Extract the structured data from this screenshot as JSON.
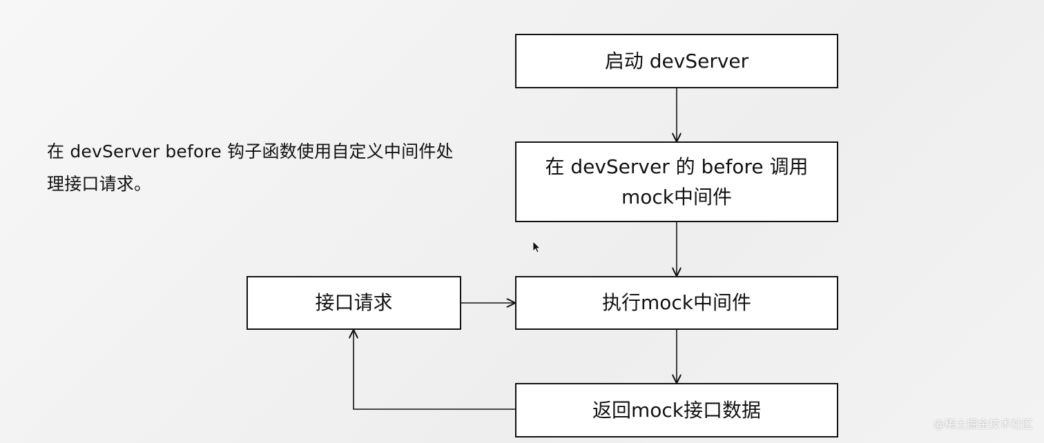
{
  "note": {
    "line1": "在 devServer before 钩子函数使用自定义中间件处",
    "line2": "理接口请求。"
  },
  "diagram": {
    "start": "启动 devServer",
    "before_line1": "在 devServer 的 before 调用",
    "before_line2": "mock中间件",
    "request": "接口请求",
    "execute": "执行mock中间件",
    "return": "返回mock接口数据"
  },
  "watermark": "@稀土掘金技术社区",
  "icons": {
    "cursor": "mouse-pointer-icon"
  },
  "colors": {
    "line": "#111111",
    "box_fill": "#ffffff"
  }
}
